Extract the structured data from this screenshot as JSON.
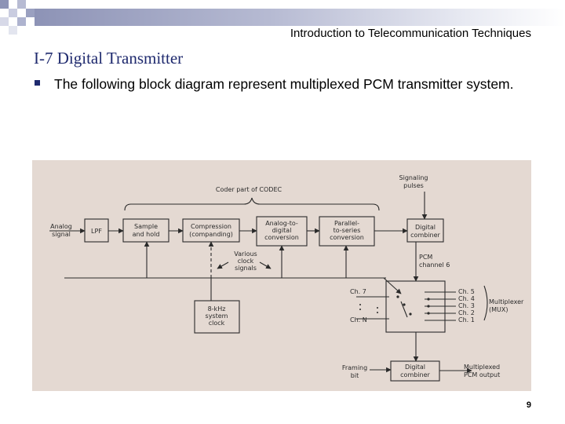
{
  "header": {
    "title": "Introduction to Telecommunication Techniques"
  },
  "slide": {
    "title": "I-7 Digital Transmitter",
    "bullet": "The following block diagram represent multiplexed PCM transmitter system.",
    "page_number": "9"
  },
  "colors": {
    "title": "#1f2a6e",
    "header_gradient_start": "#8d93b6",
    "scan_background": "#e4d9d2",
    "diagram_ink": "#2a2a2a"
  },
  "diagram": {
    "codec_label": "Coder part of CODEC",
    "signaling_label": [
      "Signaling",
      "pulses"
    ],
    "analog_signal_label": [
      "Analog",
      "signal"
    ],
    "lpf": "LPF",
    "sample_hold": [
      "Sample",
      "and hold"
    ],
    "compression": [
      "Compression",
      "(companding)"
    ],
    "adc": [
      "Analog-to-",
      "digital",
      "conversion"
    ],
    "p2s": [
      "Parallel-",
      "to-series",
      "conversion"
    ],
    "digital_combiner_top": [
      "Digital",
      "combiner"
    ],
    "pcm_channel": [
      "PCM",
      "channel 6"
    ],
    "various_clock": [
      "Various",
      "clock",
      "signals"
    ],
    "clock_block": [
      "8-kHz",
      "system",
      "clock"
    ],
    "channel_left": [
      "Ch. 7",
      "Ch. N"
    ],
    "channel_right": [
      "Ch. 5",
      "Ch. 4",
      "Ch. 3",
      "Ch. 2",
      "Ch. 1"
    ],
    "mux_label": [
      "Multiplexer",
      "(MUX)"
    ],
    "framing_bit": [
      "Framing",
      "bit"
    ],
    "digital_combiner_bottom": [
      "Digital",
      "combiner"
    ],
    "mux_output": [
      "Multiplexed",
      "PCM output"
    ]
  }
}
